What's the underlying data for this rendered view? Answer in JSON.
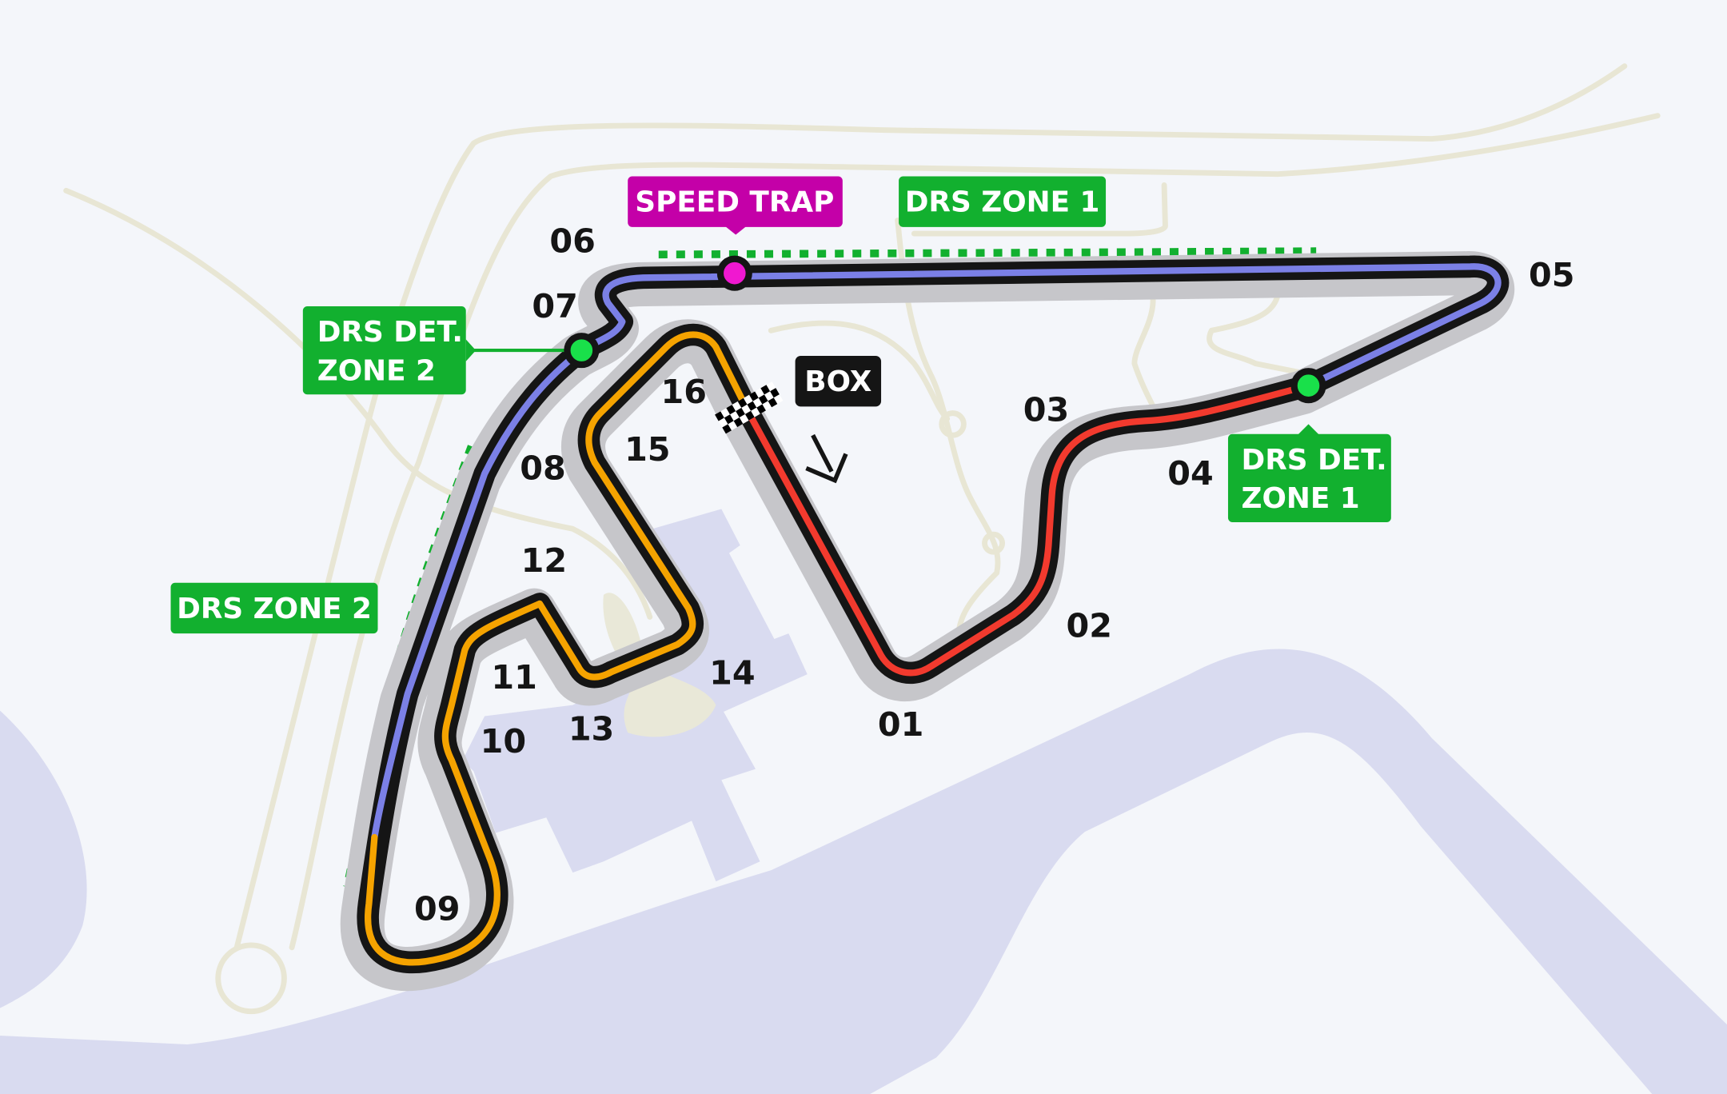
{
  "colors": {
    "background": "#f4f6fa",
    "water": "#d9dbf0",
    "road": "#e8e6d4",
    "sector1": "#f23a2e",
    "sector2": "#7b80e6",
    "sector3": "#f5a300",
    "drs": "#12b02f",
    "speed_trap": "#c400a8",
    "box": "#151515"
  },
  "labels": {
    "speed_trap": "SPEED TRAP",
    "drs_zone_1": "DRS ZONE 1",
    "drs_zone_2": "DRS ZONE 2",
    "drs_det_zone_1": [
      "DRS DET.",
      "ZONE 1"
    ],
    "drs_det_zone_2": [
      "DRS DET.",
      "ZONE 2"
    ],
    "box": "BOX"
  },
  "turns": [
    "01",
    "02",
    "03",
    "04",
    "05",
    "06",
    "07",
    "08",
    "09",
    "10",
    "11",
    "12",
    "13",
    "14",
    "15",
    "16"
  ],
  "icons": [
    "checkered-flag-icon",
    "pit-entry-arrow-icon"
  ]
}
